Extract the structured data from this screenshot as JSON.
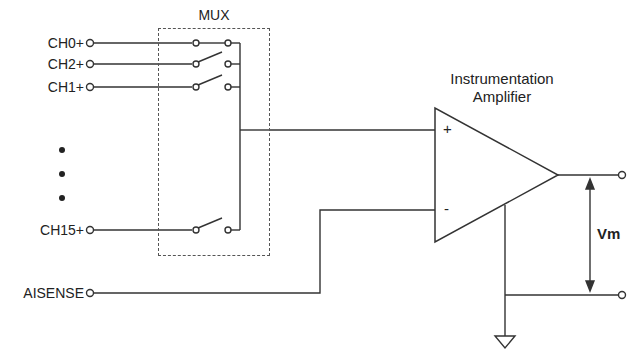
{
  "diagram": {
    "nodes": [
      {
        "text": [
          "MUX"
        ]
      },
      {
        "text": [
          "Instrumentation Amplifier",
          "+",
          "-"
        ]
      }
    ],
    "edges": [
      {
        "from": 0,
        "to": 1,
        "arrow": "none"
      }
    ],
    "labels": [
      "CH0+",
      "CH2+",
      "CH1+",
      "CH15+",
      "AISENSE",
      "Vm"
    ]
  }
}
